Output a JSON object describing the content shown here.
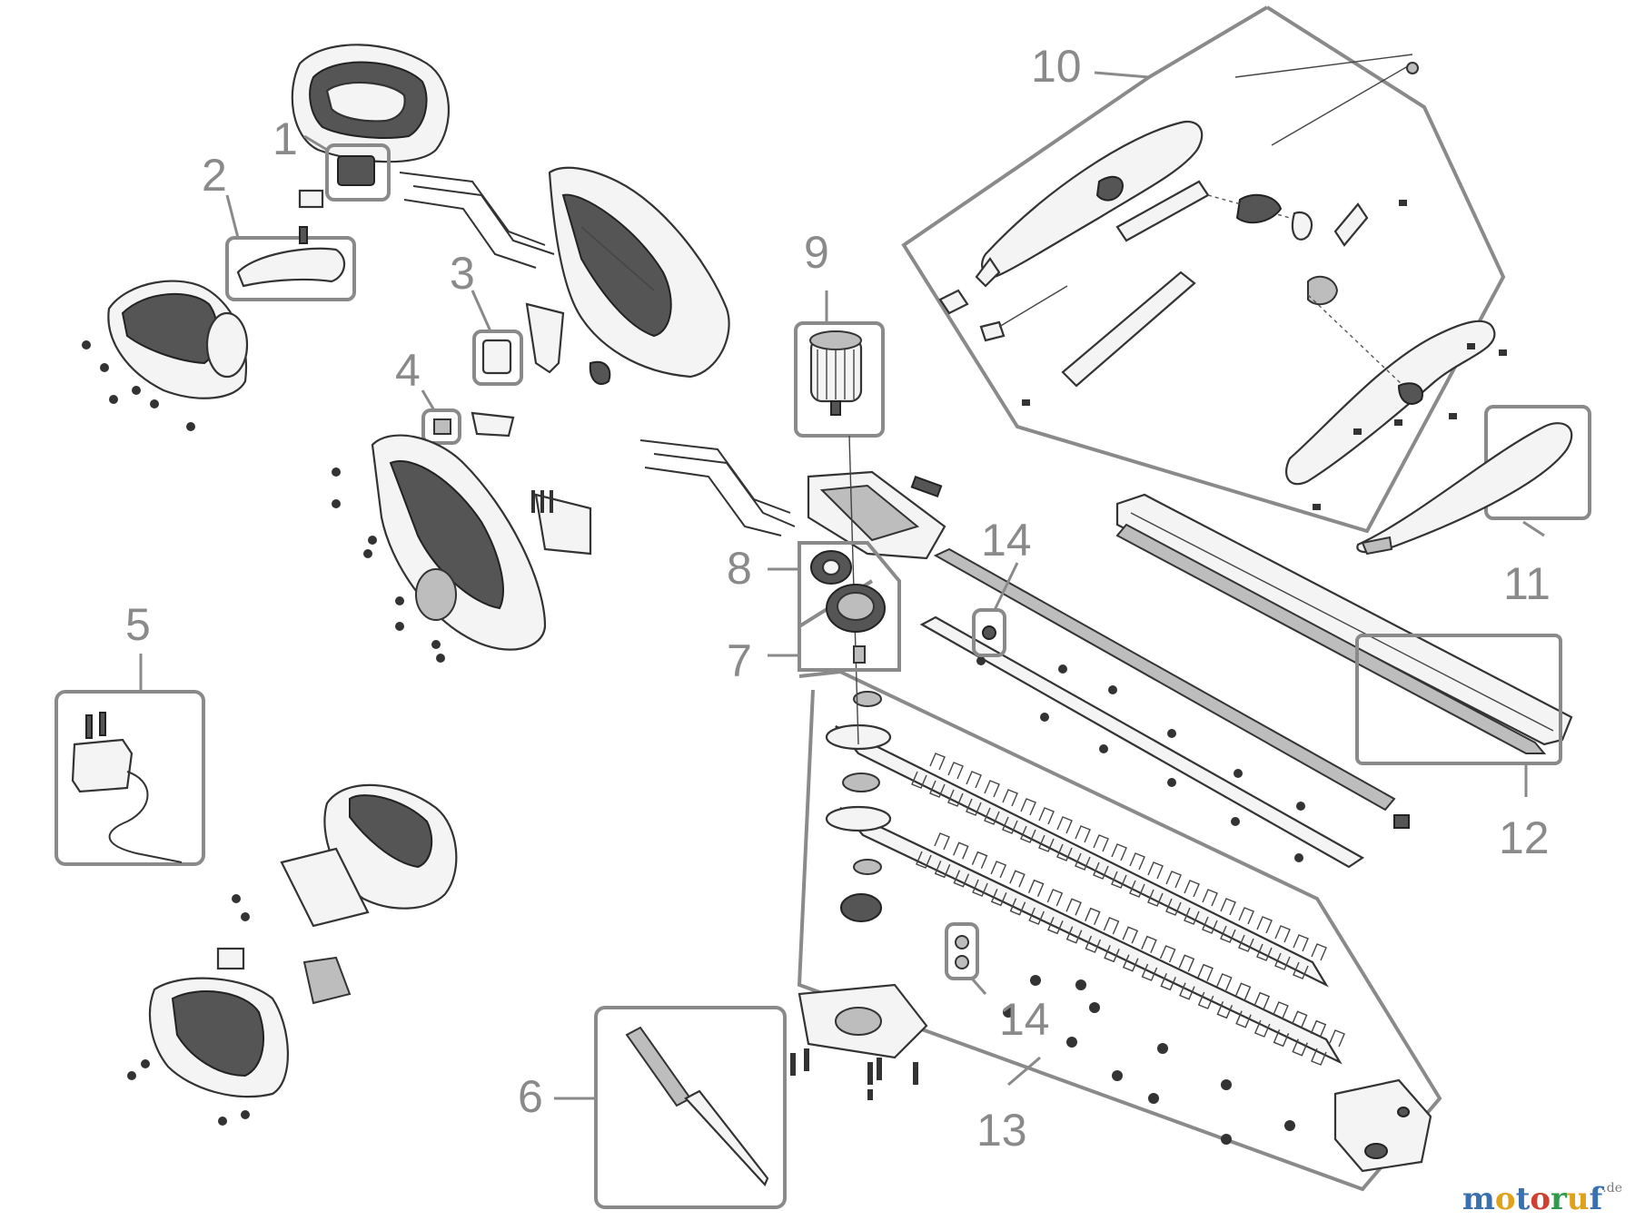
{
  "callouts": {
    "c1": "1",
    "c2": "2",
    "c3": "3",
    "c4": "4",
    "c5": "5",
    "c6": "6",
    "c7": "7",
    "c8": "8",
    "c9": "9",
    "c10": "10",
    "c11": "11",
    "c12": "12",
    "c13": "13",
    "c14a": "14",
    "c14b": "14"
  },
  "watermark": {
    "text_letters": [
      "m",
      "o",
      "t",
      "o",
      "r",
      "u",
      "f"
    ],
    "letter_colors": [
      "#3a6fb0",
      "#e0a21a",
      "#3a6fb0",
      "#d04030",
      "#2e9a4a",
      "#e0a21a",
      "#3a6fb0"
    ],
    "tld": ".de"
  },
  "colors": {
    "callout_gray": "#8a8a8a",
    "line_dark": "#333333"
  }
}
